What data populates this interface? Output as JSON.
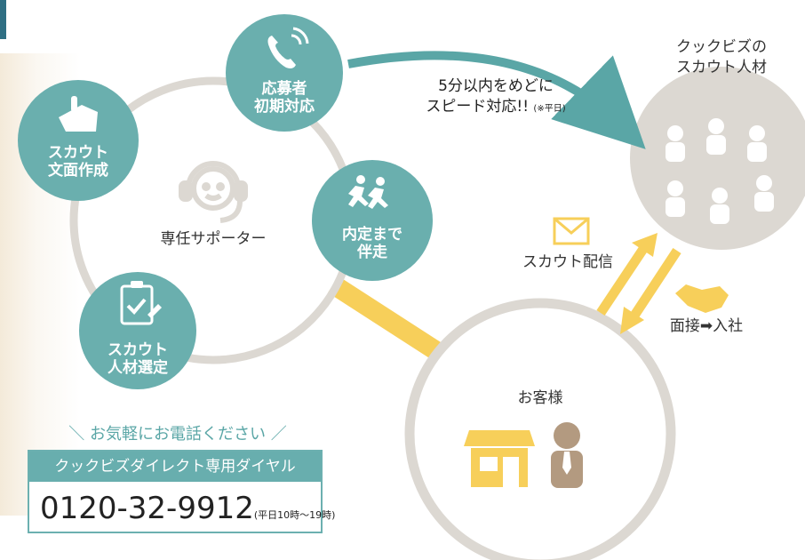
{
  "diagram": {
    "colors": {
      "teal": "#6aafae",
      "gray_ring": "#dcd8d2",
      "yellow": "#f7cf5a",
      "brown": "#b39a80",
      "white": "#ffffff"
    },
    "supporter": {
      "label": "専任サポーター",
      "icon": "headset-person-icon",
      "nodes": [
        {
          "key": "scout_writing",
          "label_lines": [
            "スカウト",
            "文面作成"
          ],
          "icon": "handshake-hand-icon"
        },
        {
          "key": "applicant_response",
          "label_lines": [
            "応募者",
            "初期対応"
          ],
          "icon": "phone-icon"
        },
        {
          "key": "until_offer",
          "label_lines": [
            "内定まで",
            "伴走"
          ],
          "icon": "running-people-icon"
        },
        {
          "key": "talent_selection",
          "label_lines": [
            "スカウト",
            "人材選定"
          ],
          "icon": "clipboard-check-icon"
        }
      ]
    },
    "talent_pool": {
      "title_lines": [
        "クックビズの",
        "スカウト人材"
      ]
    },
    "speed": {
      "lines": [
        "5分以内をめどに",
        "スピード対応!!"
      ],
      "note": "(※平日)"
    },
    "scout_delivery": {
      "label": "スカウト配信",
      "icon": "envelope-icon"
    },
    "interview": {
      "label": "面接➡入社",
      "icon": "handshake-icon"
    },
    "customer": {
      "label": "お客様",
      "icons": [
        "store-icon",
        "person-tie-icon"
      ]
    }
  },
  "cta": {
    "title": "＼ お気軽にお電話ください ／",
    "box_title": "クックビズダイレクト専用ダイヤル",
    "number": "0120-32-9912",
    "hours": "(平日10時〜19時)"
  }
}
